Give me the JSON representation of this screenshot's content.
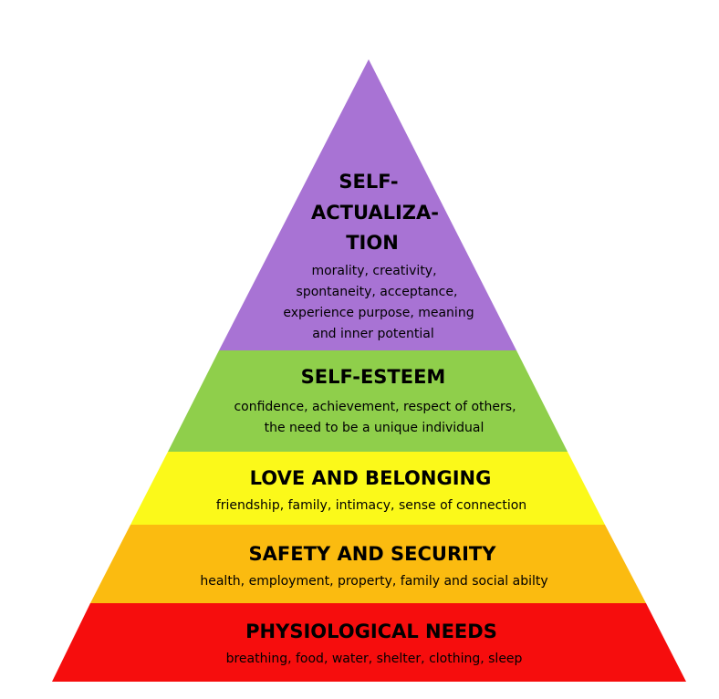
{
  "tiers": [
    {
      "id": "self-actualization",
      "title_lines": [
        "SELF-",
        "ACTUALIZA-",
        "TION"
      ],
      "desc_lines": [
        "morality, creativity,",
        "spontaneity, acceptance,",
        "experience purpose, meaning",
        "and inner potential"
      ],
      "color": "#a873d4"
    },
    {
      "id": "self-esteem",
      "title_lines": [
        "SELF-ESTEEM"
      ],
      "desc_lines": [
        "confidence, achievement, respect of others,",
        "the need to be a unique individual"
      ],
      "color": "#8fcf4b"
    },
    {
      "id": "love-and-belonging",
      "title_lines": [
        "LOVE AND BELONGING"
      ],
      "desc_lines": [
        "friendship, family, intimacy, sense of connection"
      ],
      "color": "#fbf91a"
    },
    {
      "id": "safety-and-security",
      "title_lines": [
        "SAFETY AND SECURITY"
      ],
      "desc_lines": [
        "health, employment, property, family and social abilty"
      ],
      "color": "#fbbb10"
    },
    {
      "id": "physiological-needs",
      "title_lines": [
        "PHYSIOLOGICAL NEEDS"
      ],
      "desc_lines": [
        "breathing, food, water, shelter, clothing, sleep"
      ],
      "color": "#f60d0d"
    }
  ]
}
